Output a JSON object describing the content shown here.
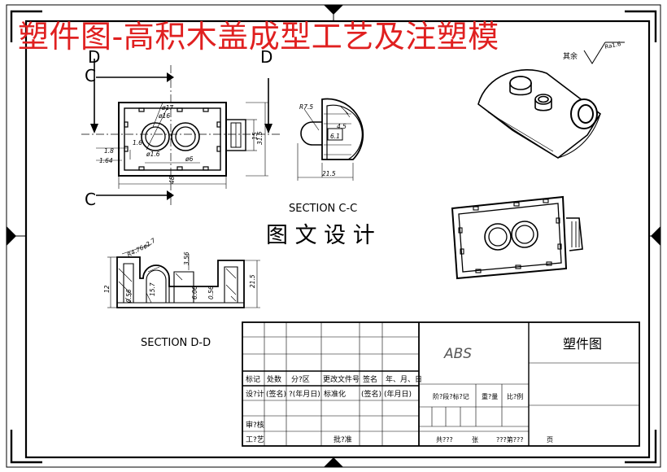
{
  "banner": {
    "title": "塑件图-高积木盖成型工艺及注塑模"
  },
  "views": {
    "section_label_d": "D",
    "section_label_c": "C",
    "section_cc": "SECTION C-C",
    "section_dd": "SECTION D-D",
    "center_text": "图 文 设 计",
    "surface_note": "其余",
    "surface_value": "Ra1.6"
  },
  "dimensions": {
    "front": [
      "ø17",
      "ø16",
      "1.8",
      "1.64",
      "1.6",
      "ø6",
      "15",
      "31.5",
      "48",
      "ø1.6"
    ],
    "section_cc": [
      "R7.5",
      "21.5",
      "4.5",
      "6.1"
    ],
    "section_dd": [
      "ø2.7",
      "R4.76",
      "3.56",
      "12",
      "0.56",
      "15.7",
      "6.06",
      "0.56",
      "21.5"
    ]
  },
  "title_block": {
    "material": "ABS",
    "drawing_name": "塑件图",
    "headers": [
      "标记",
      "处数",
      "分?区",
      "更改文件号",
      "签名",
      "年、月、日"
    ],
    "design_row": [
      "设?计",
      "(签名)",
      "?(年月日)",
      "标准化",
      "(签名)",
      "(年月日)"
    ],
    "stage_labels": [
      "阶?段?标?记",
      "重?量",
      "比?例"
    ],
    "review": "审?核",
    "process": "工?艺",
    "approve": "批?准",
    "sheets_total": "共???",
    "sheets_unit": "张",
    "sheet_no": "???第???",
    "page": "页"
  }
}
